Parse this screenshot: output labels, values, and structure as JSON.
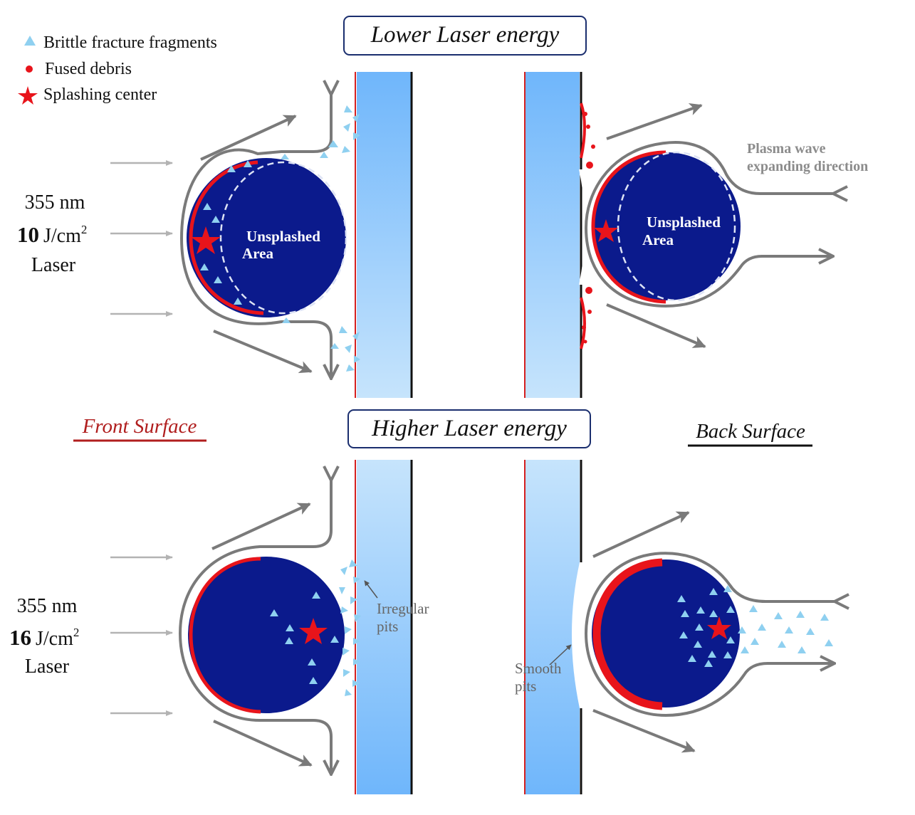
{
  "legend": {
    "fragments_label": "Brittle fracture fragments",
    "debris_label": "Fused debris",
    "splash_label": "Splashing center"
  },
  "top": {
    "title": "Lower Laser energy",
    "laser": {
      "wavelength": "355 nm",
      "fluence_value": "10",
      "fluence_unit": "J/cm",
      "fluence_exp": "2",
      "word": "Laser"
    },
    "front_area_line1": "Unsplashed",
    "front_area_line2": "Area",
    "back_area_line1": "Unsplashed",
    "back_area_line2": "Area",
    "plasma_line1": "Plasma wave",
    "plasma_line2": "expanding direction"
  },
  "bottom": {
    "title": "Higher Laser energy",
    "laser": {
      "wavelength": "355 nm",
      "fluence_value": "16",
      "fluence_unit": "J/cm",
      "fluence_exp": "2",
      "word": "Laser"
    },
    "irregular_line1": "Irregular",
    "irregular_line2": "pits",
    "smooth_line1": "Smooth",
    "smooth_line2": "pits"
  },
  "labels": {
    "front_surface": "Front Surface",
    "back_surface": "Back Surface"
  },
  "colors": {
    "particle": "#0b1a8c",
    "molten": "#e8141b",
    "fragment": "#8fd0f0",
    "arrow": "#7a7a7a",
    "laser_arrow": "#b3b3b3",
    "substrate_light": "#c6e4fc",
    "substrate_dark": "#6fb6fb",
    "front_surface_text": "#b01e1e"
  }
}
